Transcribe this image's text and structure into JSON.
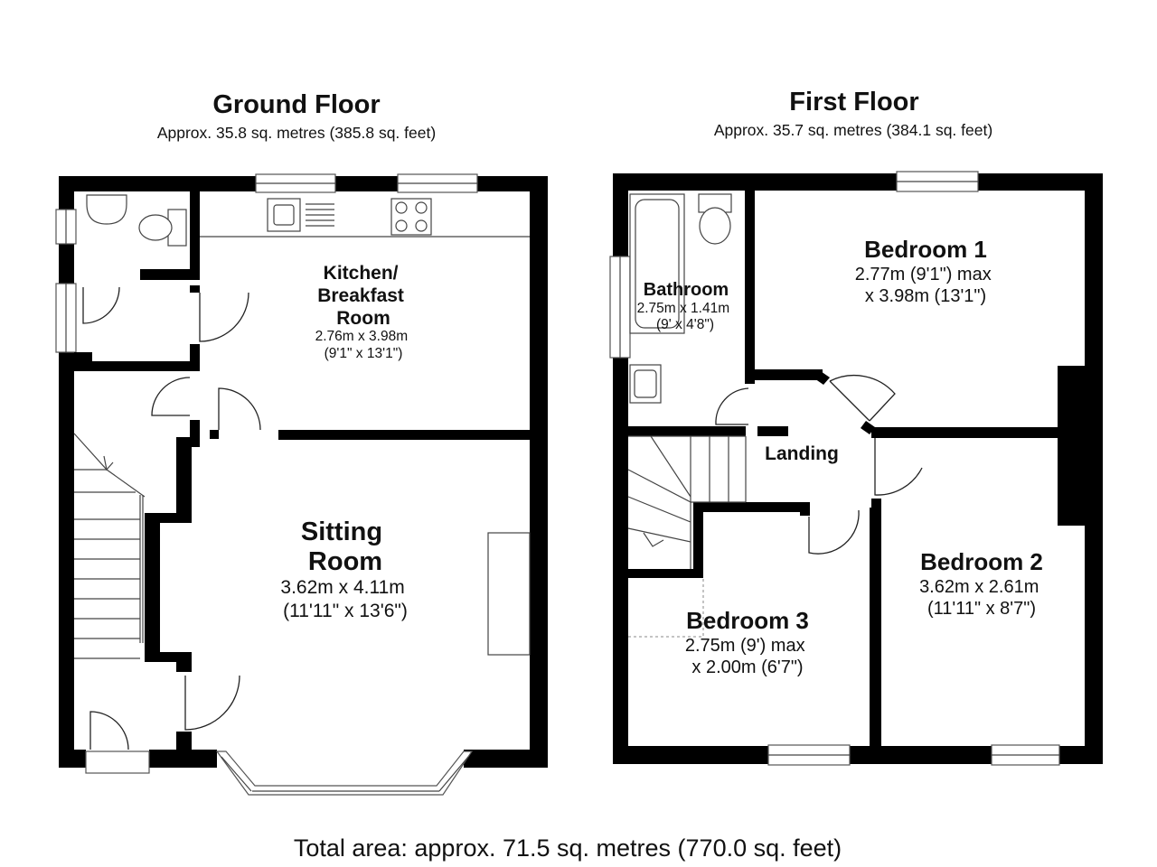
{
  "ground_floor": {
    "title": "Ground Floor",
    "area": "Approx. 35.8 sq. metres (385.8 sq. feet)",
    "rooms": {
      "kitchen": {
        "name_lines": [
          "Kitchen/",
          "Breakfast",
          "Room"
        ],
        "dim_lines": [
          "2.76m x 3.98m",
          "(9'1\" x 13'1\")"
        ]
      },
      "sitting": {
        "name_lines": [
          "Sitting",
          "Room"
        ],
        "dim_lines": [
          "3.62m x 4.11m",
          "(11'11\" x 13'6\")"
        ]
      }
    }
  },
  "first_floor": {
    "title": "First Floor",
    "area": "Approx. 35.7 sq. metres (384.1 sq. feet)",
    "rooms": {
      "bathroom": {
        "name_lines": [
          "Bathroom"
        ],
        "dim_lines": [
          "2.75m x 1.41m",
          "(9' x 4'8\")"
        ]
      },
      "bedroom1": {
        "name_lines": [
          "Bedroom 1"
        ],
        "dim_lines": [
          "2.77m (9'1\") max",
          "x 3.98m (13'1\")"
        ]
      },
      "landing": {
        "name_lines": [
          "Landing"
        ],
        "dim_lines": []
      },
      "bedroom2": {
        "name_lines": [
          "Bedroom 2"
        ],
        "dim_lines": [
          "3.62m x 2.61m",
          "(11'11\" x 8'7\")"
        ]
      },
      "bedroom3": {
        "name_lines": [
          "Bedroom 3"
        ],
        "dim_lines": [
          "2.75m (9') max",
          "x 2.00m (6'7\")"
        ]
      }
    }
  },
  "total_area": "Total area: approx. 71.5 sq. metres (770.0 sq. feet)",
  "colors": {
    "wall": "#000000",
    "line": "#444444"
  }
}
